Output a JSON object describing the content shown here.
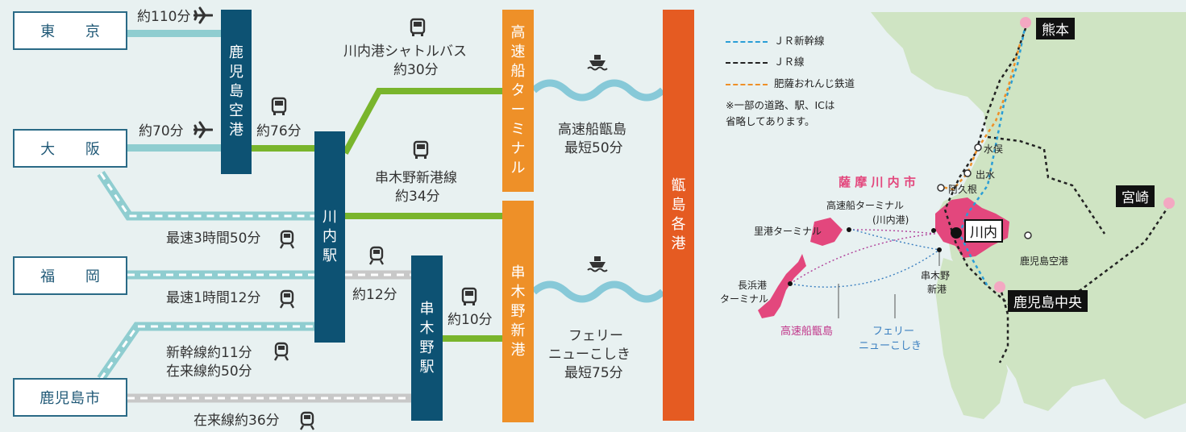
{
  "origins": {
    "tokyo": "東　京",
    "osaka": "大　阪",
    "fukuoka": "福　岡",
    "kagoshima_city": "鹿児島市"
  },
  "hubs": {
    "airport": [
      "鹿",
      "児",
      "島",
      "空",
      "港"
    ],
    "sendai_station": [
      "川",
      "内",
      "駅"
    ],
    "kushikino_station": [
      "串",
      "木",
      "野",
      "駅"
    ],
    "highspeed_terminal": [
      "高",
      "速",
      "船",
      "タ",
      "ー",
      "ミ",
      "ナ",
      "ル"
    ],
    "kushikino_port": [
      "串",
      "木",
      "野",
      "新",
      "港"
    ],
    "koshiki_ports": [
      "甑",
      "島",
      "各",
      "港"
    ]
  },
  "times": {
    "tokyo_flight": "約110分",
    "osaka_flight": "約70分",
    "airport_bus": "約76分",
    "osaka_rail": "最速3時間50分",
    "fukuoka_rail": "最速1時間12分",
    "kagoshima_shinkansen": "新幹線約11分",
    "kagoshima_conventional": "在来線約50分",
    "kagoshima_local": "在来線約36分",
    "sendai_kushikino_train": "約12分",
    "kushikino_bus": "約10分",
    "shuttle_name": "川内港シャトルバス",
    "shuttle_time": "約30分",
    "kushikino_line_name": "串木野新港線",
    "kushikino_line_time": "約34分",
    "hs_ferry_name": "高速船甑島",
    "hs_ferry_time": "最短50分",
    "ferry_name1": "フェリー",
    "ferry_name2": "ニューこしき",
    "ferry_time": "最短75分"
  },
  "legend": {
    "shinkansen": "ＪＲ新幹線",
    "jr": "ＪＲ線",
    "orange": "肥薩おれんじ鉄道",
    "note1": "※一部の道路、駅、ICは",
    "note2": "省略してあります。"
  },
  "map": {
    "kumamoto": "熊本",
    "miyazaki": "宮崎",
    "kagoshima_chuo": "鹿児島中央",
    "sendai": "川内",
    "city_title": "薩 摩 川 内 市",
    "minamata": "水俣",
    "izumi": "出水",
    "akune": "阿久根",
    "hs_terminal": "高速船ターミナル",
    "hs_terminal_sub": "(川内港)",
    "satoko": "里港ターミナル",
    "nagahama1": "長浜港",
    "nagahama2": "ターミナル",
    "kushikino_port1": "串木野",
    "kushikino_port2": "新港",
    "kagoshima_airport": "鹿児島空港",
    "route_hs": "高速船甑島",
    "route_ferry1": "フェリー",
    "route_ferry2": "ニューこしき"
  },
  "colors": {
    "navy": "#0d5273",
    "orange": "#ee9028",
    "red": "#e55b22",
    "green": "#79b52c",
    "teal": "#8fcdd0",
    "gray": "#c8c8c8",
    "sea": "#87c9d8",
    "pink": "#e3477d",
    "land": "#cfe4c3"
  }
}
